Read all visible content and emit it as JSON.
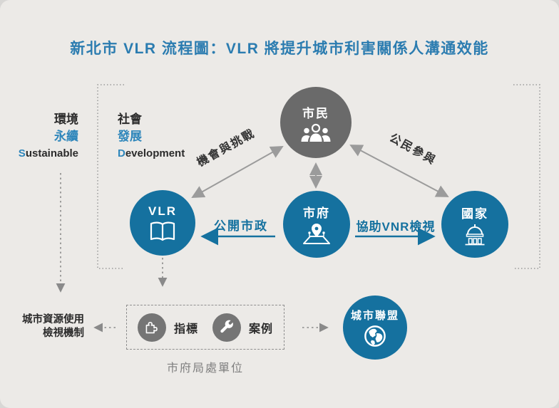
{
  "title": "新北市 VLR 流程圖：VLR 將提升城市利害關係人溝通效能",
  "legend": {
    "environment": {
      "zh1": "環境",
      "zh2": "永續",
      "en_initial": "S",
      "en_rest": "ustainable"
    },
    "society": {
      "zh1": "社會",
      "zh2": "發展",
      "en_initial": "D",
      "en_rest": "evelopment"
    }
  },
  "nodes": {
    "citizens": {
      "label": "市民",
      "icon": "people-icon"
    },
    "vlr": {
      "label": "VLR",
      "icon": "open-book-icon"
    },
    "city_government": {
      "label": "市府",
      "icon": "map-pin-icon"
    },
    "nation": {
      "label": "國家",
      "icon": "government-building-icon"
    },
    "city_alliance": {
      "label": "城市聯盟",
      "icon": "globe-icon"
    }
  },
  "edges": {
    "citizens_vlr": "機會與挑戰",
    "citizens_nation": "公民參與",
    "citygov_vlr": "公開市政",
    "citygov_nation": "協助VNR檢視"
  },
  "bottom": {
    "review_mechanism": {
      "line1": "城市資源使用",
      "line2": "檢視機制"
    },
    "indicators": "指標",
    "cases": "案例",
    "bureau_caption": "市府局處單位"
  },
  "colors": {
    "background": "#eceae7",
    "title_blue": "#2b7cb0",
    "node_blue": "#15719f",
    "node_gray": "#6a6a6a",
    "accent_text_blue": "#2e86bb",
    "arrow_gray": "#9b9b9b",
    "dashed_gray": "#8f8f8f",
    "text_dark": "#2b2b2b",
    "caption_gray": "#7f7f7f"
  }
}
